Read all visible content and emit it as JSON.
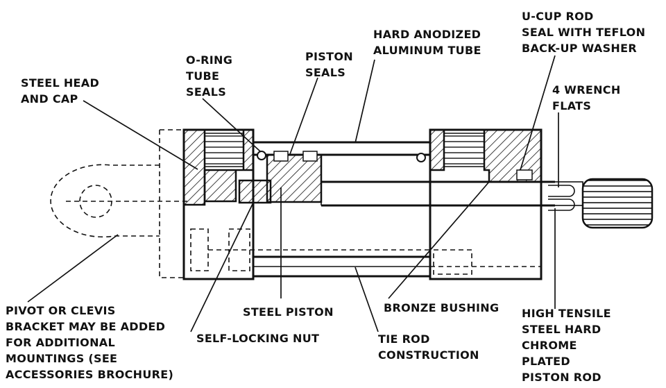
{
  "labels": {
    "steel_head_cap": [
      "STEEL HEAD",
      "AND CAP"
    ],
    "o_ring": [
      "O-RING",
      "TUBE",
      "SEALS"
    ],
    "piston_seals": [
      "PISTON",
      "SEALS"
    ],
    "hard_anodized": [
      "HARD ANODIZED",
      "ALUMINUM TUBE"
    ],
    "u_cup": [
      "U-CUP ROD",
      "SEAL WITH TEFLON",
      "BACK-UP WASHER"
    ],
    "wrench_flats": [
      "4 WRENCH",
      "FLATS"
    ],
    "pivot": [
      "PIVOT OR CLEVIS",
      "BRACKET MAY BE ADDED",
      "FOR ADDITIONAL",
      "MOUNTINGS (SEE",
      "ACCESSORIES BROCHURE)"
    ],
    "steel_piston": [
      "STEEL PISTON"
    ],
    "self_locking": [
      "SELF-LOCKING NUT"
    ],
    "bronze_bushing": [
      "BRONZE BUSHING"
    ],
    "tie_rod": [
      "TIE ROD",
      "CONSTRUCTION"
    ],
    "high_tensile": [
      "HIGH TENSILE",
      "STEEL HARD",
      "CHROME",
      "PLATED",
      "PISTON ROD"
    ]
  }
}
